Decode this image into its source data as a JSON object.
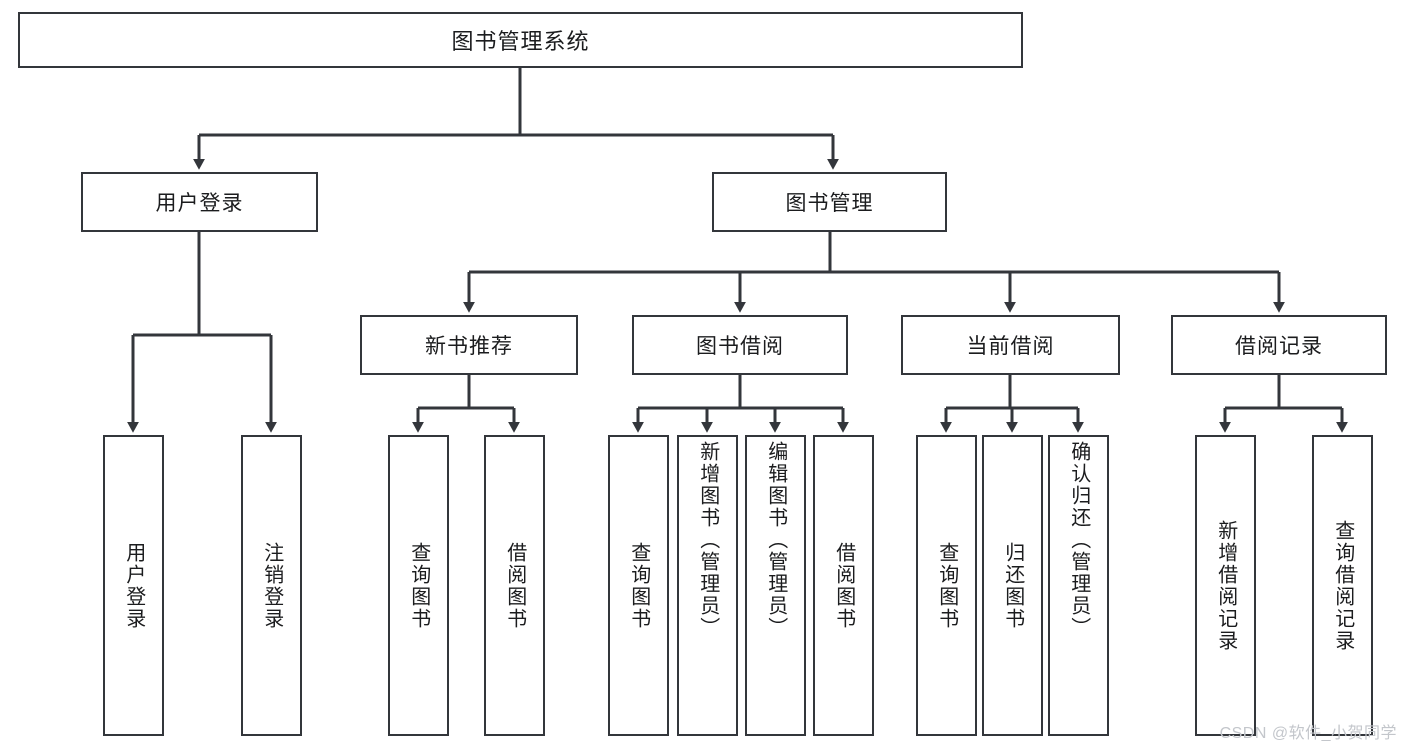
{
  "diagram": {
    "title": "图书管理系统",
    "type": "hierarchy-tree",
    "root": {
      "label": "图书管理系统"
    },
    "level2": [
      {
        "label": "用户登录"
      },
      {
        "label": "图书管理"
      }
    ],
    "level3": [
      {
        "label": "新书推荐",
        "parent": "图书管理"
      },
      {
        "label": "图书借阅",
        "parent": "图书管理"
      },
      {
        "label": "当前借阅",
        "parent": "图书管理"
      },
      {
        "label": "借阅记录",
        "parent": "图书管理"
      }
    ],
    "leaves": [
      {
        "label": "用户登录",
        "parent": "用户登录"
      },
      {
        "label": "注销登录",
        "parent": "用户登录"
      },
      {
        "label": "查询图书",
        "parent": "新书推荐"
      },
      {
        "label": "借阅图书",
        "parent": "新书推荐"
      },
      {
        "label": "查询图书",
        "parent": "图书借阅"
      },
      {
        "label": "新增图书（管理员）",
        "parent": "图书借阅"
      },
      {
        "label": "编辑图书（管理员）",
        "parent": "图书借阅"
      },
      {
        "label": "借阅图书",
        "parent": "图书借阅"
      },
      {
        "label": "查询图书",
        "parent": "当前借阅"
      },
      {
        "label": "归还图书",
        "parent": "当前借阅"
      },
      {
        "label": "确认归还（管理员）",
        "parent": "当前借阅"
      },
      {
        "label": "新增借阅记录",
        "parent": "借阅记录"
      },
      {
        "label": "查询借阅记录",
        "parent": "借阅记录"
      }
    ],
    "watermark": "CSDN @软件_小贺同学",
    "colors": {
      "stroke": "#33363b",
      "background": "#ffffff",
      "text": "#1b1c1e",
      "watermark": "#c3c6cb"
    }
  }
}
